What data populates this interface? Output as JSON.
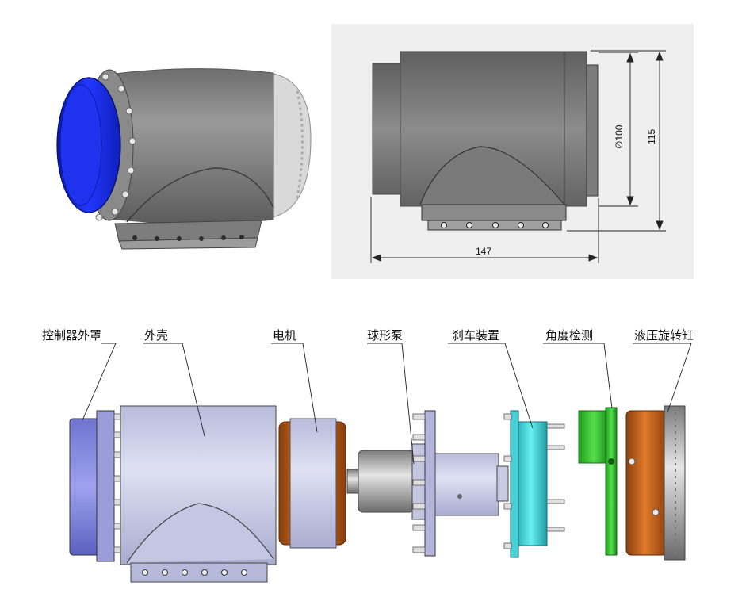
{
  "dimensions": {
    "diameter": "∅100",
    "height": "115",
    "length": "147"
  },
  "labels": {
    "controller_cover": "控制器外罩",
    "housing": "外壳",
    "motor": "电机",
    "ball_pump": "球形泵",
    "brake": "刹车装置",
    "angle_detection": "角度检测",
    "rotary_cylinder": "液压旋转缸"
  },
  "colors": {
    "cover_blue": "#1a2fe0",
    "shell_gray": "#8a8a8a",
    "housing_light": "#c9cce6",
    "motor_orange": "#c8641c",
    "brake_cyan": "#3fd6d6",
    "sensor_green": "#3ec83a",
    "cylinder_orange": "#c8641c",
    "drawing_bg": "#efefef"
  }
}
